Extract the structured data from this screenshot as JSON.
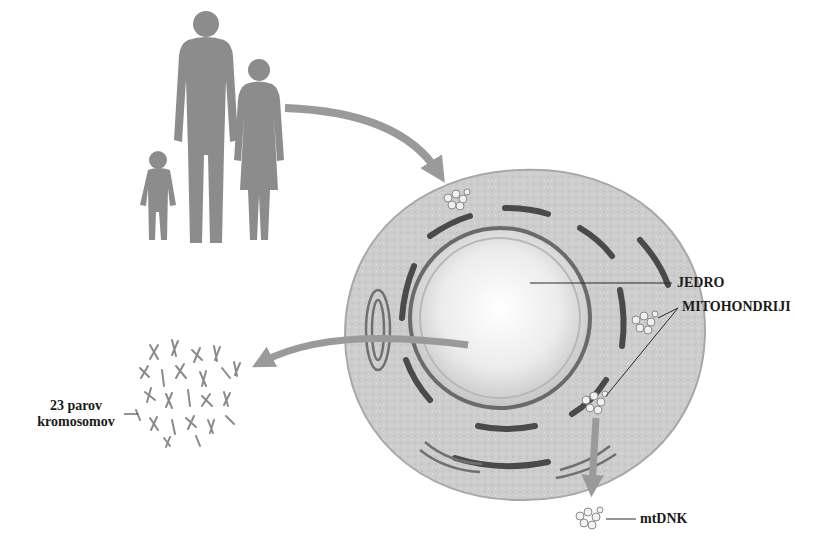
{
  "diagram": {
    "labels": [
      "JEDRO",
      "MITOHONDRIJI",
      "23 parov kromosomov",
      "mtDNK"
    ]
  }
}
